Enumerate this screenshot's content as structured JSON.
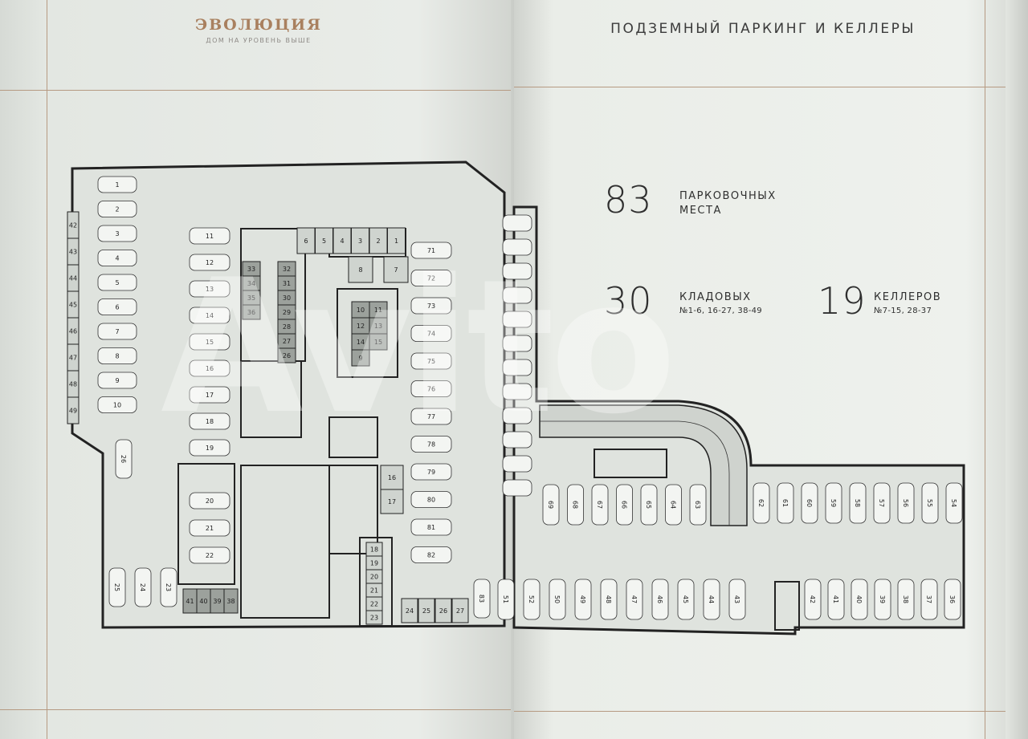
{
  "brand": {
    "title": "ЭВОЛЮЦИЯ",
    "subtitle": "ДОМ НА УРОВЕНЬ ВЫШЕ"
  },
  "header": {
    "title": "ПОДЗЕМНЫЙ ПАРКИНГ И КЕЛЛЕРЫ"
  },
  "stats": {
    "parking": {
      "number": "83",
      "label_line1": "ПАРКОВОЧНЫХ",
      "label_line2": "МЕСТА"
    },
    "storage": {
      "number": "30",
      "label": "КЛАДОВЫХ",
      "detail": "№1-6, 16-27, 38-49"
    },
    "cellars": {
      "number": "19",
      "label": "КЕЛЛЕРОВ",
      "detail": "№7-15, 28-37"
    }
  },
  "watermark": "Avito",
  "plan": {
    "spots_left_col": [
      "1",
      "2",
      "3",
      "4",
      "5",
      "6",
      "7",
      "8",
      "9",
      "10"
    ],
    "spots_mid_col": [
      "11",
      "12",
      "13",
      "14",
      "15",
      "16",
      "17",
      "18",
      "19"
    ],
    "spots_mid_lower": [
      "20",
      "21",
      "22"
    ],
    "spots_bottom_left": [
      "25",
      "24",
      "23"
    ],
    "spot_26": "26",
    "spots_center_right": [
      "71",
      "72",
      "73",
      "74",
      "75",
      "76",
      "77",
      "78",
      "79",
      "80",
      "81",
      "82"
    ],
    "spot_83": "83",
    "spots_right_upper": [
      "69",
      "68",
      "67",
      "66",
      "65",
      "64",
      "63"
    ],
    "spots_right_upper2": [
      "62",
      "61",
      "60",
      "59",
      "58",
      "57",
      "56",
      "55",
      "54"
    ],
    "spots_right_lower": [
      "51",
      "52",
      "50",
      "49",
      "48",
      "47",
      "46",
      "45",
      "44",
      "43"
    ],
    "spots_right_lower2": [
      "42",
      "41",
      "40",
      "39",
      "38",
      "37",
      "36"
    ],
    "storage_top": [
      "6",
      "5",
      "4",
      "3",
      "2",
      "1"
    ],
    "storage_7_8": [
      "8",
      "7"
    ],
    "cellar_blocks": [
      "33",
      "34",
      "35",
      "36",
      "32",
      "31",
      "30",
      "29",
      "28",
      "27",
      "26"
    ],
    "cellar_mid": [
      "10",
      "11",
      "12",
      "13",
      "14",
      "15",
      "9"
    ],
    "storage_bottom_left": [
      "41",
      "40",
      "39",
      "38"
    ],
    "storage_bottom_mid": [
      "18",
      "19",
      "20",
      "21",
      "22",
      "23",
      "24",
      "25",
      "26",
      "27"
    ],
    "storage_16_17": [
      "16",
      "17"
    ],
    "edge_storage_left": [
      "42",
      "43",
      "44",
      "45",
      "46",
      "47",
      "48",
      "49"
    ]
  }
}
